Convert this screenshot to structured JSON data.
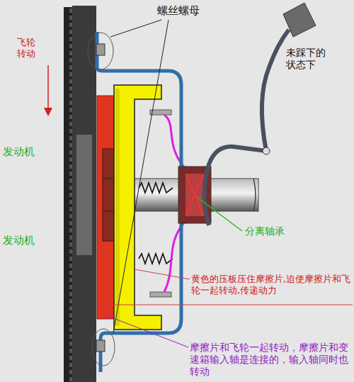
{
  "diagram": {
    "labels": [
      "螺丝螺母",
      "飞轮转动",
      "发动机",
      "发动机",
      "未踩下的状态下",
      "分离轴承",
      "黄色的压板压住摩擦片,迫使摩擦片和飞轮一起转动,传递动力",
      "摩擦片和飞轮一起转动，摩擦片和变速箱输入轴是连接的，输入轴同时也转动"
    ]
  }
}
